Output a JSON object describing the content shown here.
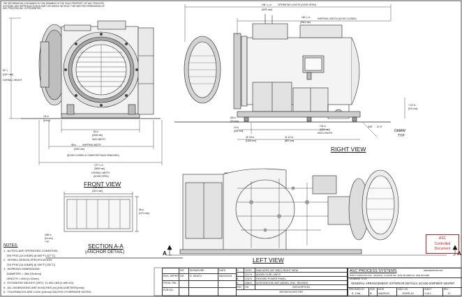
{
  "header_notice": "THE INFORMATION CONTAINED IN THIS DRAWING IS THE SOLE PROPERTY OF ASC PROCESS SYSTEMS. ANY REPRODUCTION IN PART OR WHOLE WITHOUT THE WRITTEN PERMISSION OF ASC PROCESS INC. IS PROHIBITED.",
  "views": {
    "front_view": "FRONT VIEW",
    "right_view": "RIGHT VIEW",
    "left_view": "LEFT VIEW",
    "section": "SECTION A-A",
    "section_sub": "(ANCHOR DETAIL)"
  },
  "dims": {
    "overall_height_main": "84 ⁷⁄₈",
    "overall_height_mm": "[2157 mm]",
    "overall_height_label": "OVERALL HEIGHT",
    "d_1_4": "1/4 in",
    "d_1_4_mm": "[6 mm]",
    "skid_width": "84 in",
    "skid_width_mm": "[1638 mm]",
    "skid_width_label": "SKID WIDTH",
    "shipping_width_val": "85 in",
    "shipping_width_mm": "[2159 mm]",
    "shipping_width_label": "SHIPPING WIDTH",
    "door_closed_note": "(DOOR CLOSED & COMPUTER RACK REMOVED)",
    "overall_width_val": "137 ⁵⁄₈ in",
    "overall_width_mm": "[3495 mm]",
    "overall_width_label": "OVERALL WIDTH",
    "overall_width_sub": "(DOOR OPEN)",
    "operating_length_val": "196 ⁹⁄₁₆ in",
    "operating_length_label": "OPERATING LENGTH (DOOR OPEN)",
    "operating_length_mm": "[4979 mm]",
    "shipping_length_val": "160 ¹⁄₂ in",
    "shipping_length_mm": "[4064 mm]",
    "shipping_length_label": "SHIPPING LENGTH (DOOR CLOSED)",
    "d_7_12": "7 1/2 in",
    "d_7_12_mm": "[191 mm]",
    "d_5_8": "5/8 in",
    "d_5_8_mm": "[16 mm]",
    "d_10_in": "10 in",
    "d_10_mm": "[254 mm]",
    "d_45_78": "45 7/8 in",
    "d_45_78_mm": "[1165 mm]",
    "d_31_12": "31 1/2 in",
    "d_31_12_mm": "[800 mm]",
    "d_126": "126 in",
    "d_126_mm": "[3200 mm]",
    "skid_length": "SKID LENGTH",
    "d_3_8": "3/8\"",
    "d_3_0": "3'-0\"",
    "gmaw": "GMAW",
    "typ": "TYP",
    "sec_width": "123 1/4 in",
    "sec_width_mm": "[3131 mm]",
    "sec_height": "58 in",
    "sec_height_mm": "[1473 mm]",
    "sec_small": "25/8 in",
    "sec_small_mm": "[16 mm]",
    "typ_small": "TYP"
  },
  "notes": {
    "heading": "NOTES:",
    "items": [
      "1.  AUTOCLAVE OPERATING CONDITION:",
      "    200 PSIG [13.8 BAR] @ 800°F [427°C]",
      "2.  VESSEL DESIGN SPECIFICATION:",
      "    215 PSIG [14.8 BAR] @ 450°F [232°C]",
      "3.  WORKING DIMENSIONS:",
      "    DIAMETER = 36in [914mm]",
      "    LENGTH = 60in [1.52mm]",
      "4.  ESTIMATED WEIGHT (DRY): 11,000 LBS [4,990 KG]",
      "5.  ALL DIMENSIONS ARE IN INCHES (in) [MILLIMETERS(mm)]",
      "6.  TOLERANCES ARE ±1/2in [13mm] UNLESS OTHERWISE NOTED"
    ]
  },
  "section_letter": "A",
  "approval": {
    "col_init": "INT.",
    "col_sig": "SIGNATURE",
    "col_date": "DATE",
    "rows": [
      {
        "label": "ENG. APPRV.",
        "init": "GH",
        "sig": "G. HEATH",
        "date": "08/20/2015"
      },
      {
        "label": "PROD. REL.",
        "init": "",
        "sig": "",
        "date": ""
      },
      {
        "label": "ECB NO.",
        "init": "",
        "sig": "",
        "date": ""
      }
    ]
  },
  "revisions": {
    "rows": [
      {
        "rev": "D",
        "ecn": "22257",
        "desc": "INDICATED 3/8\" WELD RIGHT VIEW"
      },
      {
        "rev": "C",
        "ecn": "22174",
        "desc": "ADDED CURL UNITS"
      },
      {
        "rev": "B",
        "ecn": "17673",
        "desc": "REVISED POWER PANEL"
      },
      {
        "rev": "A",
        "ecn": "16621",
        "desc": "INTEGRATION UNIT ADDED, ENC. REVISED"
      }
    ],
    "head_rev": "REV",
    "head_ecn": "CN",
    "head_desc": "DESCRIPTION",
    "title": "REVISION HISTORY"
  },
  "company": {
    "name": "ASC PROCESS SYSTEMS",
    "website": "www.aschome.com",
    "address": "28402 LIVINGSTON AVE., VALENCIA, CA 91355   TEL: (818) 833-0088   Fax: (818) 833-0088",
    "drawing_title_label": "DRAWING TITLE",
    "drawing_title": "GENERAL ARRANGEMENT, EXTERIOR DETAILS, ECS36-200P800F-20UPBT",
    "prepared_label": "PREPARED BY",
    "prepared": "E. Cha",
    "size_label": "SIZE",
    "size": "B",
    "date_label": "DATE",
    "date": "4/8/2015",
    "dwg_label": "DWG. NO.",
    "dwg": "10325-12",
    "sheet_label": "SHEET",
    "sheet": "1 of 1",
    "rev_label": "REV",
    "rev": "D"
  },
  "stamp": {
    "line1": "ASC",
    "line2": "Controlled",
    "line3": "Document",
    "color": "#d01818"
  }
}
